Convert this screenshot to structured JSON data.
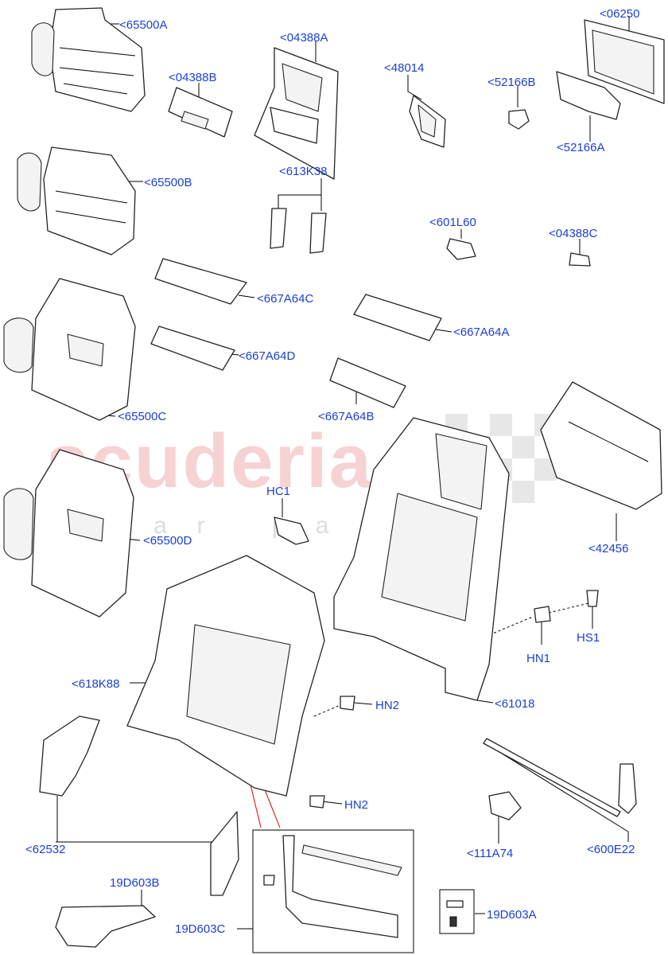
{
  "watermark": {
    "brand": "scuderia",
    "sub": "car parts"
  },
  "labels": [
    {
      "id": "65500A",
      "text": "<65500A"
    },
    {
      "id": "04388A",
      "text": "<04388A"
    },
    {
      "id": "06250",
      "text": "<06250"
    },
    {
      "id": "04388B",
      "text": "<04388B"
    },
    {
      "id": "48014",
      "text": "<48014"
    },
    {
      "id": "52166B",
      "text": "<52166B"
    },
    {
      "id": "52166A",
      "text": "<52166A"
    },
    {
      "id": "65500B",
      "text": "<65500B"
    },
    {
      "id": "613K38",
      "text": "<613K38"
    },
    {
      "id": "601L60",
      "text": "<601L60"
    },
    {
      "id": "04388C",
      "text": "<04388C"
    },
    {
      "id": "667A64C",
      "text": "<667A64C"
    },
    {
      "id": "667A64A",
      "text": "<667A64A"
    },
    {
      "id": "667A64D",
      "text": "<667A64D"
    },
    {
      "id": "65500C",
      "text": "<65500C"
    },
    {
      "id": "667A64B",
      "text": "<667A64B"
    },
    {
      "id": "HC1",
      "text": "HC1"
    },
    {
      "id": "65500D",
      "text": "<65500D"
    },
    {
      "id": "42456",
      "text": "<42456"
    },
    {
      "id": "HN1",
      "text": "HN1"
    },
    {
      "id": "HS1",
      "text": "HS1"
    },
    {
      "id": "618K88",
      "text": "<618K88"
    },
    {
      "id": "HN2a",
      "text": "HN2"
    },
    {
      "id": "61018",
      "text": "<61018"
    },
    {
      "id": "HN2b",
      "text": "HN2"
    },
    {
      "id": "62532",
      "text": "<62532"
    },
    {
      "id": "111A74",
      "text": "<111A74"
    },
    {
      "id": "600E22",
      "text": "<600E22"
    },
    {
      "id": "19D603B",
      "text": "19D603B"
    },
    {
      "id": "19D603C",
      "text": "19D603C"
    },
    {
      "id": "19D603A",
      "text": "19D603A"
    }
  ]
}
